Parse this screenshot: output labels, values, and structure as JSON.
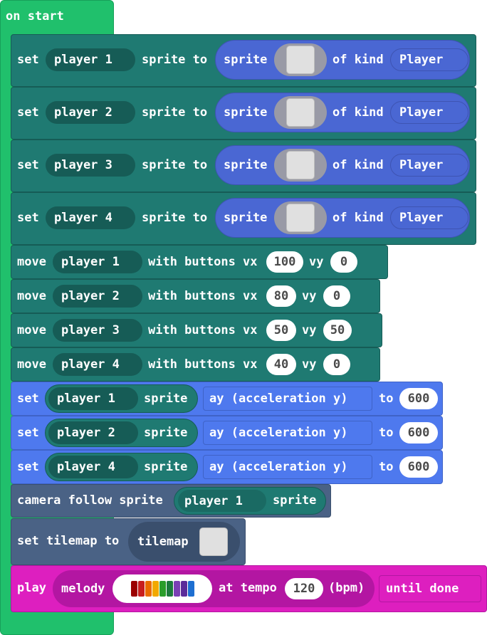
{
  "colors": {
    "hat_green": "#20c06c",
    "hat_green_dark": "#17a05a",
    "sprite_teal": "#1f7a72",
    "sprite_teal_dark": "#165c56",
    "sprite_blue": "#4a67d3",
    "sprite_blue_dark": "#3e54b2",
    "set_blue": "#4e79ee",
    "set_blue_dark": "#3f63c7",
    "scene_slate": "#4a6285",
    "scene_slate_dark": "#3a4f6d",
    "music_magenta": "#dd1fbf",
    "music_magenta_dark": "#b316a2",
    "tile_grey": "#e0e0e0"
  },
  "hat": {
    "label": "on start"
  },
  "labels": {
    "set": "set",
    "sprite_to": "sprite to",
    "sprite": "sprite",
    "of_kind": "of kind",
    "kind": "Player",
    "move": "move",
    "with_buttons_vx": "with buttons vx",
    "vy": "vy",
    "to": "to",
    "camera_follow_sprite": "camera follow sprite",
    "set_tilemap_to": "set tilemap to",
    "tilemap": "tilemap",
    "play": "play",
    "melody": "melody",
    "at_tempo": "at tempo",
    "bpm": "(bpm)",
    "until_done": "until done"
  },
  "create_rows": [
    {
      "variable": "player 1"
    },
    {
      "variable": "player 2"
    },
    {
      "variable": "player 3"
    },
    {
      "variable": "player 4"
    }
  ],
  "move_rows": [
    {
      "variable": "player 1",
      "vx": "100",
      "vy": "0"
    },
    {
      "variable": "player 2",
      "vx": "80",
      "vy": "0"
    },
    {
      "variable": "player 3",
      "vx": "50",
      "vy": "50"
    },
    {
      "variable": "player 4",
      "vx": "40",
      "vy": "0"
    }
  ],
  "accel_rows": [
    {
      "variable": "player 1",
      "property": "ay (acceleration y)",
      "value": "600"
    },
    {
      "variable": "player 2",
      "property": "ay (acceleration y)",
      "value": "600"
    },
    {
      "variable": "player 4",
      "property": "ay (acceleration y)",
      "value": "600"
    }
  ],
  "camera": {
    "variable": "player 1"
  },
  "music": {
    "tempo": "120",
    "melody_colors": [
      "#9b0000",
      "#c81e1e",
      "#ea6b00",
      "#f2a900",
      "#2a9d2a",
      "#1c7a3c",
      "#7a3fb5",
      "#5b2b9a",
      "#1e6fd1"
    ]
  }
}
